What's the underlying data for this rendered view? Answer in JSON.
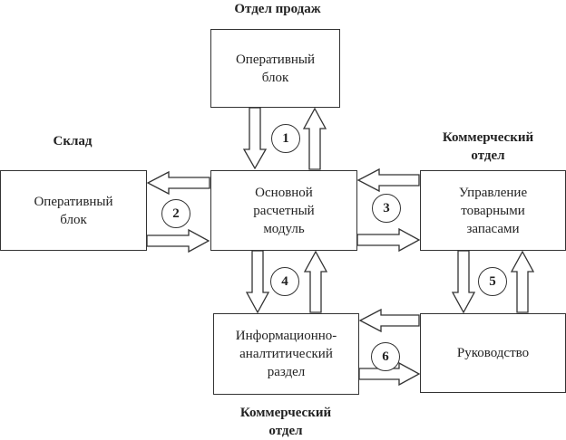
{
  "headers": {
    "sales": "Отдел продаж",
    "warehouse": "Склад",
    "commercial_top": "Коммерческий\nотдел",
    "commercial_bottom": "Коммерческий\nотдел"
  },
  "boxes": {
    "sales_operative": "Оперативный\nблок",
    "warehouse_operative": "Оперативный\nблок",
    "core_module": "Основной\nрасчетный\nмодуль",
    "inventory_management": "Управление\nтоварными\nзапасами",
    "info_analytics": "Информационно-\nаналтитический\nраздел",
    "management": "Руководство"
  },
  "links": [
    {
      "id": "1",
      "from": "sales_operative",
      "to": "core_module",
      "bidirectional": true
    },
    {
      "id": "2",
      "from": "warehouse_operative",
      "to": "core_module",
      "bidirectional": true
    },
    {
      "id": "3",
      "from": "core_module",
      "to": "inventory_management",
      "bidirectional": true
    },
    {
      "id": "4",
      "from": "core_module",
      "to": "info_analytics",
      "bidirectional": true
    },
    {
      "id": "5",
      "from": "inventory_management",
      "to": "management",
      "bidirectional": true
    },
    {
      "id": "6",
      "from": "info_analytics",
      "to": "management",
      "bidirectional": true
    }
  ]
}
